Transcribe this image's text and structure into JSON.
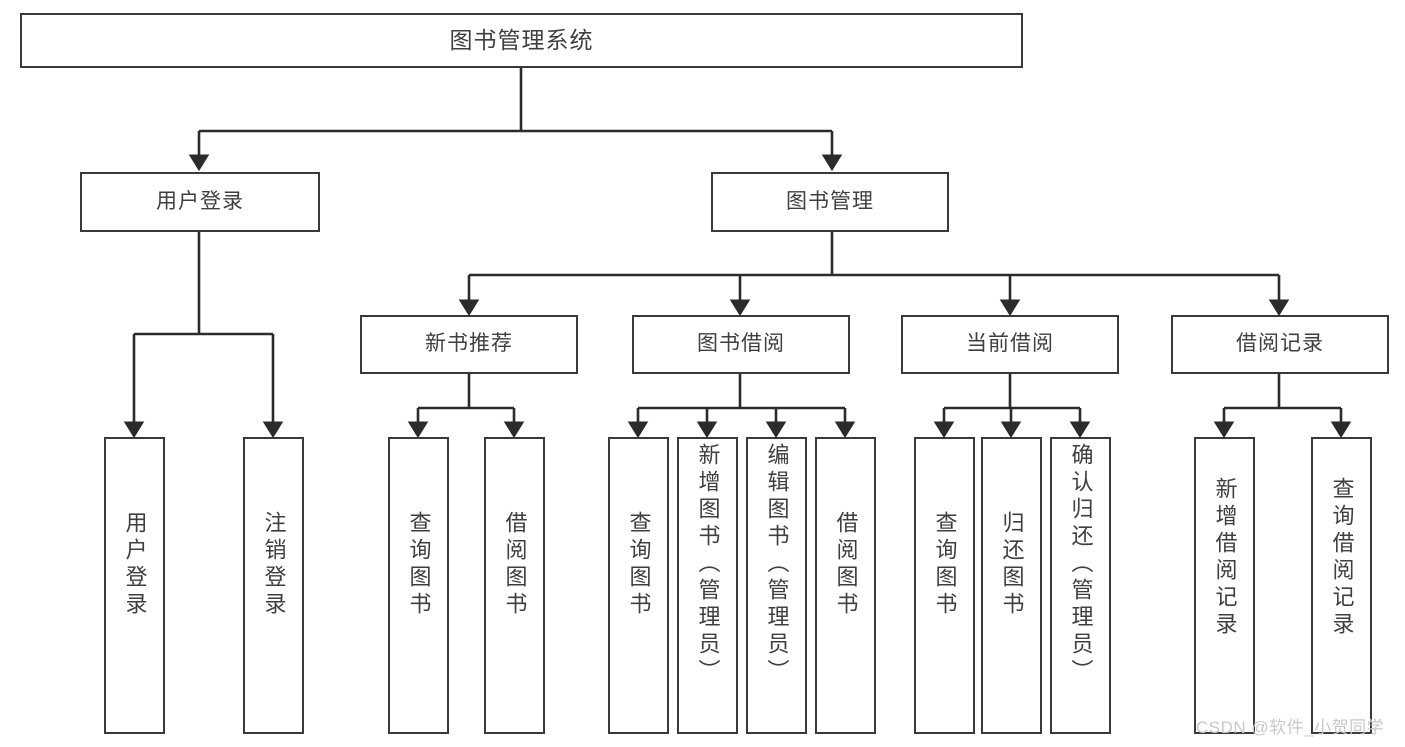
{
  "diagram": {
    "type": "tree",
    "title": "图书管理系统",
    "watermark": "CSDN @软件_小贺同学",
    "colors": {
      "box_border": "#3a3a3a",
      "box_fill": "#ffffff",
      "text": "#3f3f3f",
      "connector": "#2b2b2b",
      "watermark": "#c9c9c9",
      "background": "#ffffff"
    },
    "root": {
      "label": "图书管理系统"
    },
    "level1": [
      {
        "label": "用户登录"
      },
      {
        "label": "图书管理"
      }
    ],
    "level2": [
      {
        "label": "新书推荐"
      },
      {
        "label": "图书借阅"
      },
      {
        "label": "当前借阅"
      },
      {
        "label": "借阅记录"
      }
    ],
    "leaves": {
      "user_login": [
        {
          "label": "用户登录"
        },
        {
          "label": "注销登录"
        }
      ],
      "new_book_recommend": [
        {
          "label": "查询图书"
        },
        {
          "label": "借阅图书"
        }
      ],
      "book_borrow": [
        {
          "label": "查询图书"
        },
        {
          "label": "新增图书（管理员）"
        },
        {
          "label": "编辑图书（管理员）"
        },
        {
          "label": "借阅图书"
        }
      ],
      "current_borrow": [
        {
          "label": "查询图书"
        },
        {
          "label": "归还图书"
        },
        {
          "label": "确认归还（管理员）"
        }
      ],
      "borrow_record": [
        {
          "label": "新增借阅记录"
        },
        {
          "label": "查询借阅记录"
        }
      ]
    }
  }
}
